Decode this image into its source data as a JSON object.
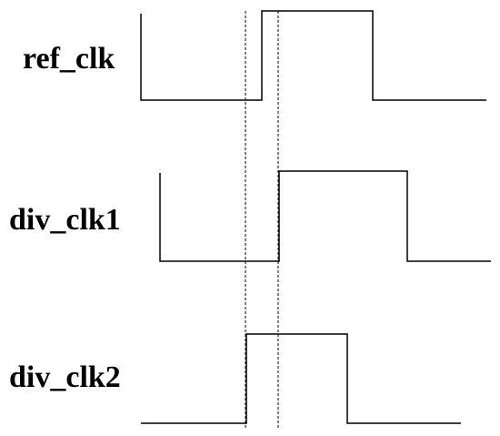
{
  "signals": [
    {
      "name": "ref_clk"
    },
    {
      "name": "div_clk1"
    },
    {
      "name": "div_clk2"
    }
  ],
  "colors": {
    "waveform": "#000000",
    "guide": "#000000",
    "background": "#ffffff"
  }
}
